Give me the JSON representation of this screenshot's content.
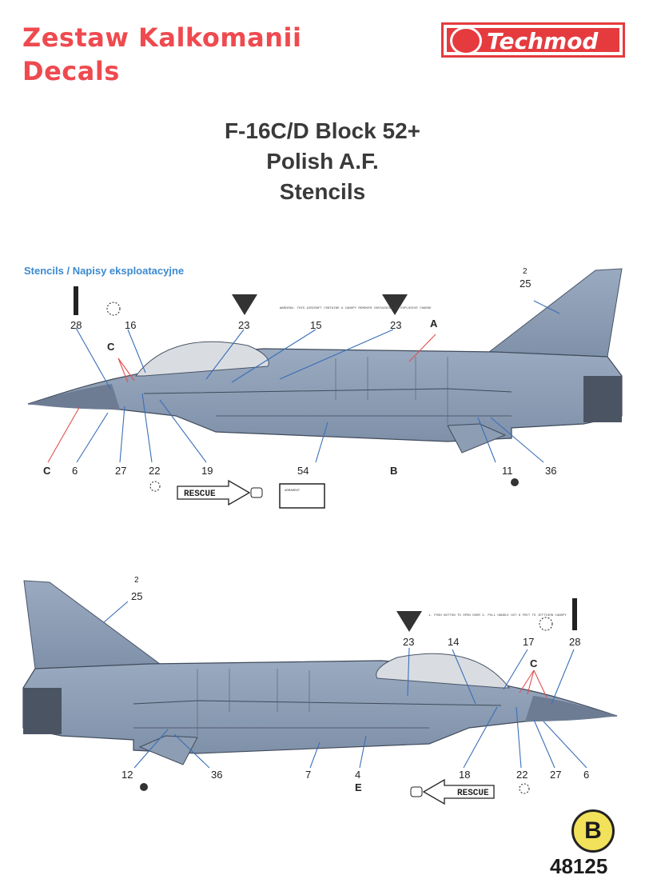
{
  "brand": {
    "line1": "Zestaw Kalkomanii",
    "line2": "Decals",
    "logo": "Techmod",
    "colors": {
      "red": "#ee4a4f",
      "ink": "#3a3a3a",
      "blue_label": "#3c8ad0",
      "aircraft": "#8fa1b8"
    }
  },
  "title": {
    "line1": "F-16C/D Block 52+",
    "line2": "Polish A.F.",
    "line3": "Stencils"
  },
  "section_label": "Stencils / Napisy eksploatacyjne",
  "view_top": {
    "callouts": {
      "c28": "28",
      "c16": "16",
      "c23a": "23",
      "c15": "15",
      "c23b": "23",
      "c25": "25",
      "c2": "2",
      "c6": "6",
      "c27": "27",
      "c22": "22",
      "c19": "19",
      "c54": "54",
      "c11": "11",
      "c36": "36"
    },
    "letters": {
      "C1": "C",
      "C2": "C",
      "A": "A",
      "B": "B"
    },
    "stencil_warning": "WARNING: THIS AIRCRAFT CONTAINS A CANOPY REMOVER CONTAINING AN EXPLOSIVE CHARGE",
    "rescue": "RESCUE",
    "armament": "ARMAMENT"
  },
  "view_bottom": {
    "callouts": {
      "c2": "2",
      "c25": "25",
      "c23": "23",
      "c14": "14",
      "c17": "17",
      "c28": "28",
      "c12": "12",
      "c36": "36",
      "c7": "7",
      "c4": "4",
      "c18": "18",
      "c22": "22",
      "c27": "27",
      "c6": "6"
    },
    "letters": {
      "C": "C",
      "E": "E"
    },
    "stencil_canopy": "1. PUSH BUTTON TO OPEN DOOR 2. PULL HANDLE OUT 6 FEET TO JETTISON CANOPY",
    "rescue": "RESCUE"
  },
  "footer": {
    "badge": "B",
    "code": "48125"
  }
}
